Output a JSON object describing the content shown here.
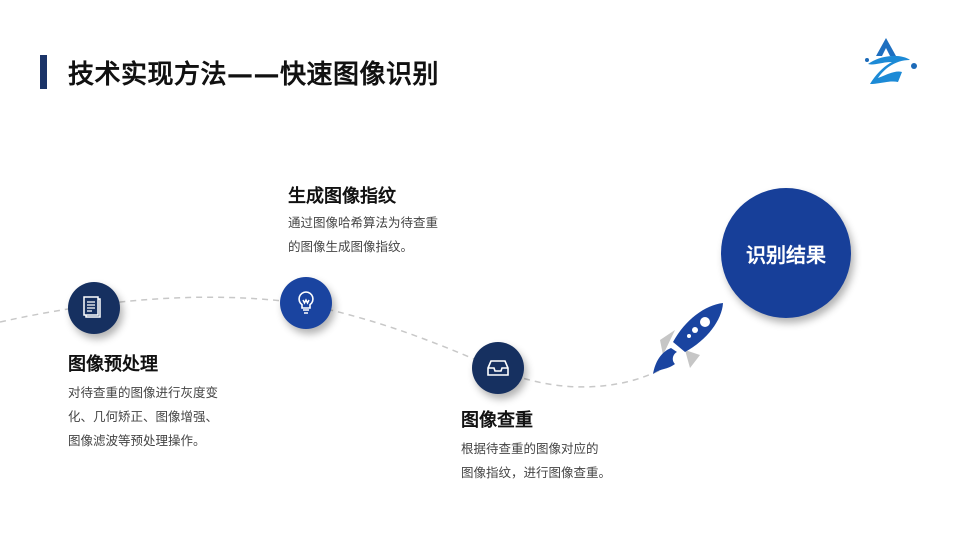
{
  "header": {
    "title": "技术实现方法——快速图像识别"
  },
  "steps": [
    {
      "title": "图像预处理",
      "desc1": "对待查重的图像进行灰度变",
      "desc2": "化、几何矫正、图像增强、",
      "desc3": "图像滤波等预处理操作。",
      "icon": "document-icon",
      "color": "#163060"
    },
    {
      "title": "生成图像指纹",
      "desc1": "通过图像哈希算法为待查重",
      "desc2": "的图像生成图像指纹。",
      "icon": "lightbulb-icon",
      "color": "#1a44a0"
    },
    {
      "title": "图像查重",
      "desc1": "根据待查重的图像对应的",
      "desc2": "图像指纹，进行图像查重。",
      "icon": "inbox-icon",
      "color": "#163060"
    }
  ],
  "result": {
    "label": "识别结果",
    "color": "#173f99"
  }
}
